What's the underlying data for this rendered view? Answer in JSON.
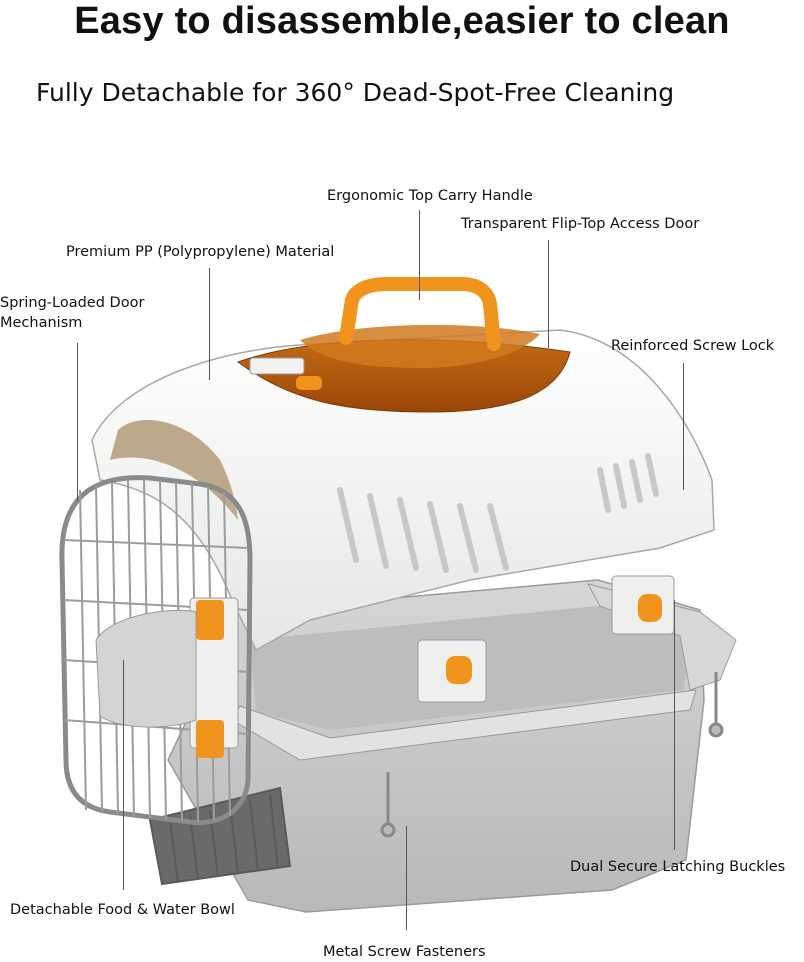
{
  "header": {
    "title": "Easy to disassemble,easier to clean",
    "subtitle": "Fully Detachable for 360° Dead-Spot-Free Cleaning"
  },
  "callouts": {
    "handle": "Ergonomic Top Carry Handle",
    "access_door": "Transparent Flip-Top Access Door",
    "material": "Premium PP (Polypropylene) Material",
    "spring_door_line1": "Spring-Loaded Door",
    "spring_door_line2": "Mechanism",
    "screw_lock": "Reinforced Screw Lock",
    "buckles": "Dual Secure Latching Buckles",
    "bowl": "Detachable Food & Water Bowl",
    "fasteners": "Metal Screw Fasteners"
  },
  "colors": {
    "shell": "#f4f4f2",
    "base": "#c9c9c7",
    "orange": "#f0941e",
    "amber_lid": "#b85a0c",
    "wire": "#9c9c9c"
  }
}
